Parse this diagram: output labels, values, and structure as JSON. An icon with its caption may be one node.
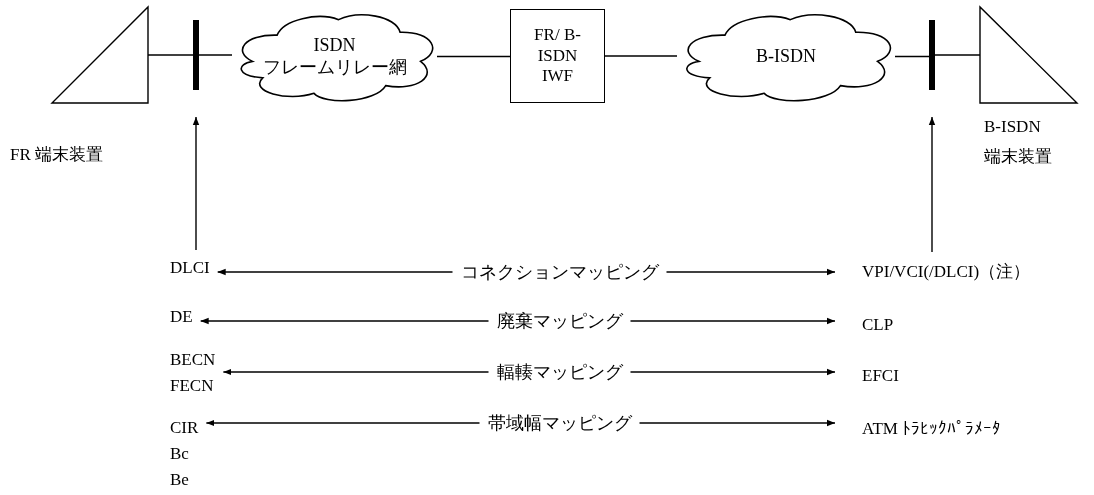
{
  "diagram": {
    "nodes": [
      {
        "text": [],
        "shape": "triangle",
        "beside": [
          "FR 端末装置"
        ]
      },
      {
        "text": [],
        "shape": "bar"
      },
      {
        "text": [
          "ISDN フレームリレー網"
        ]
      },
      {
        "text": [
          "FR/ B-ISDN IWF"
        ]
      },
      {
        "text": [
          "B-ISDN"
        ]
      },
      {
        "text": [],
        "shape": "bar"
      },
      {
        "text": [],
        "shape": "triangle",
        "beside": [
          "B-ISDN 端末装置"
        ]
      },
      {
        "text": [
          "DLCI"
        ]
      },
      {
        "text": [
          "コネクションマッピング"
        ]
      },
      {
        "text": [
          "VPI/VCI(/DLCI)（注）"
        ]
      },
      {
        "text": [
          "DE"
        ]
      },
      {
        "text": [
          "廃棄マッピング"
        ]
      },
      {
        "text": [
          "CLP"
        ]
      },
      {
        "text": [
          "BECN FECN"
        ]
      },
      {
        "text": [
          "輻輳マッピング"
        ]
      },
      {
        "text": [
          "EFCI"
        ]
      },
      {
        "text": [
          "CIR Bc Be"
        ]
      },
      {
        "text": [
          "帯域幅マッピング"
        ]
      },
      {
        "text": [
          "ATM ﾄﾗﾋｯｸﾊﾟﾗﾒｰﾀ"
        ]
      }
    ],
    "edges": [
      {
        "from": 0,
        "to": 1,
        "arrow": "none"
      },
      {
        "from": 1,
        "to": 2,
        "arrow": "none"
      },
      {
        "from": 2,
        "to": 3,
        "arrow": "none"
      },
      {
        "from": 3,
        "to": 4,
        "arrow": "none"
      },
      {
        "from": 4,
        "to": 5,
        "arrow": "none"
      },
      {
        "from": 5,
        "to": 6,
        "arrow": "none"
      },
      {
        "from": 7,
        "to": 1,
        "arrow": "to"
      },
      {
        "from": 9,
        "to": 5,
        "arrow": "to"
      },
      {
        "from": 8,
        "to": 7,
        "arrow": "to"
      },
      {
        "from": 8,
        "to": 9,
        "arrow": "to"
      },
      {
        "from": 11,
        "to": 10,
        "arrow": "to"
      },
      {
        "from": 11,
        "to": 12,
        "arrow": "to"
      },
      {
        "from": 14,
        "to": 13,
        "arrow": "to"
      },
      {
        "from": 14,
        "to": 15,
        "arrow": "to"
      },
      {
        "from": 17,
        "to": 16,
        "arrow": "to"
      },
      {
        "from": 17,
        "to": 18,
        "arrow": "to"
      }
    ]
  }
}
